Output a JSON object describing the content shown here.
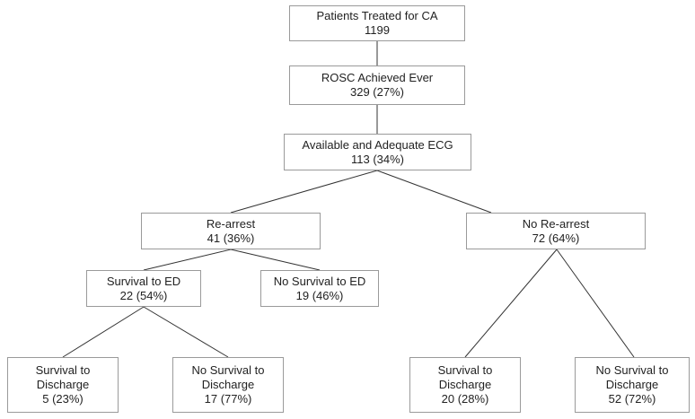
{
  "nodes": {
    "treated": {
      "label": "Patients Treated for CA",
      "value": "1199"
    },
    "rosc": {
      "label": "ROSC Achieved Ever",
      "value": "329 (27%)"
    },
    "ecg": {
      "label": "Available and Adequate ECG",
      "value": "113 (34%)"
    },
    "rearrest": {
      "label": "Re-arrest",
      "value": "41 (36%)"
    },
    "no_rearrest": {
      "label": "No Re-arrest",
      "value": "72 (64%)"
    },
    "survival_ed": {
      "label": "Survival to ED",
      "value": "22 (54%)"
    },
    "no_survival_ed": {
      "label": "No Survival to ED",
      "value": "19 (46%)"
    },
    "ra_surv_dc": {
      "line1": "Survival to",
      "line2": "Discharge",
      "value": "5 (23%)"
    },
    "ra_nosurv_dc": {
      "line1": "No Survival to",
      "line2": "Discharge",
      "value": "17 (77%)"
    },
    "nr_surv_dc": {
      "line1": "Survival to",
      "line2": "Discharge",
      "value": "20 (28%)"
    },
    "nr_nosurv_dc": {
      "line1": "No Survival to",
      "line2": "Discharge",
      "value": "52 (72%)"
    }
  }
}
